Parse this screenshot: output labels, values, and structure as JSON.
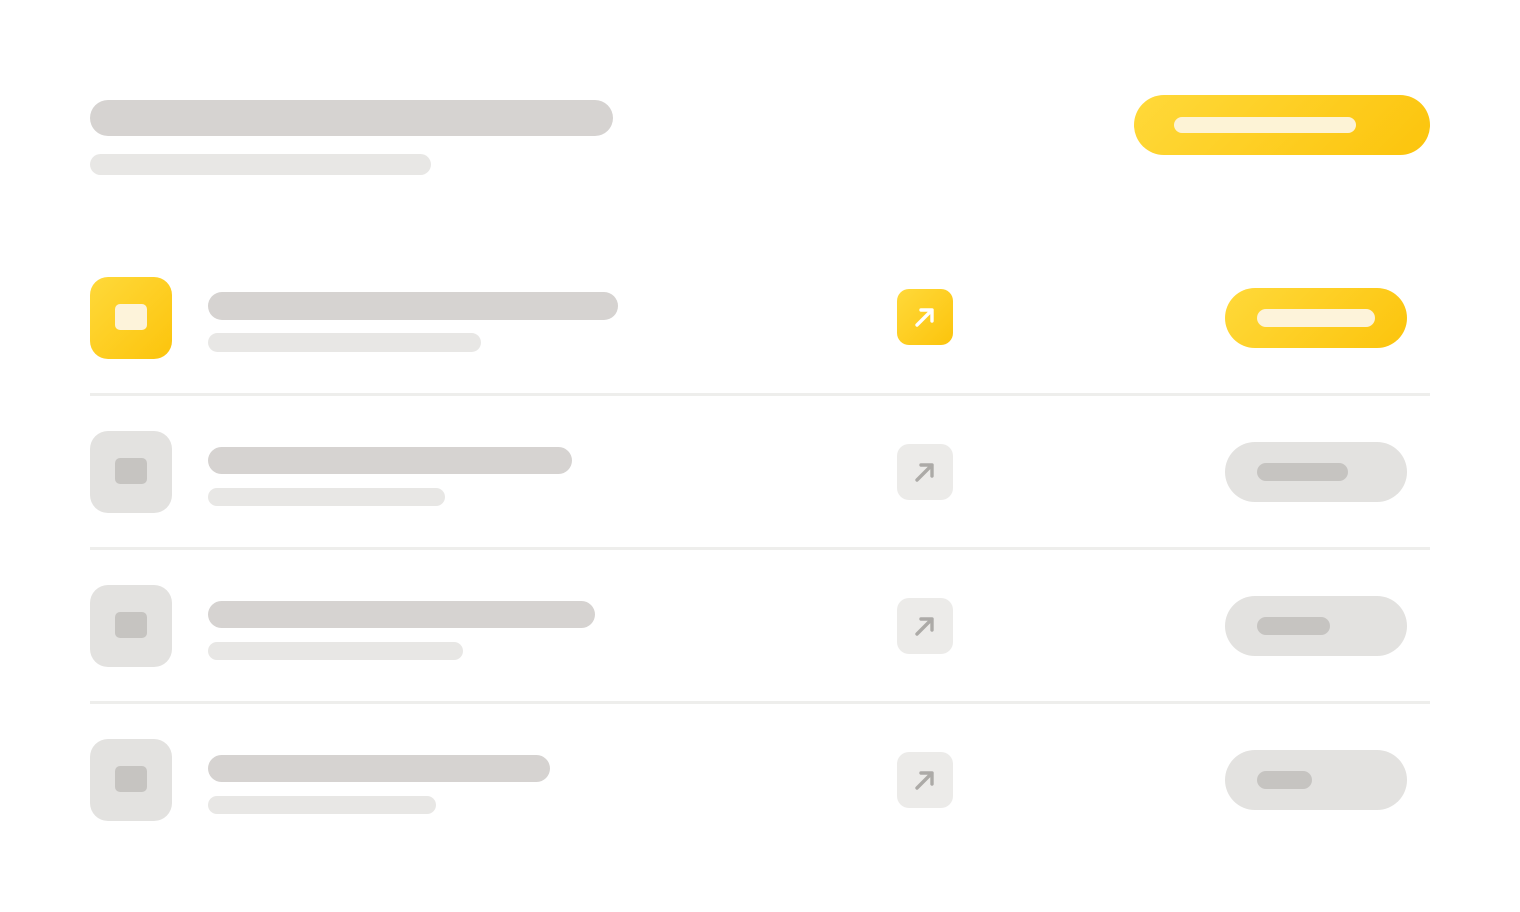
{
  "colors": {
    "accent_yellow_start": "#ffd93a",
    "accent_yellow_end": "#fcc40c",
    "skeleton_title": "#d6d3d1",
    "skeleton_subtitle": "#e8e7e5",
    "inactive_box": "#e3e2e0",
    "inactive_arrow_box": "#ecebe9",
    "inactive_inner": "#c6c4c1",
    "divider": "#eeeeec"
  },
  "header": {
    "title": "",
    "subtitle": "",
    "primary_action_label": ""
  },
  "rows": [
    {
      "state": "active",
      "title": "",
      "subtitle": "",
      "open_icon": "arrow-up-right-icon",
      "action_label": ""
    },
    {
      "state": "inactive",
      "title": "",
      "subtitle": "",
      "open_icon": "arrow-up-right-icon",
      "action_label": ""
    },
    {
      "state": "inactive",
      "title": "",
      "subtitle": "",
      "open_icon": "arrow-up-right-icon",
      "action_label": ""
    },
    {
      "state": "inactive",
      "title": "",
      "subtitle": "",
      "open_icon": "arrow-up-right-icon",
      "action_label": ""
    }
  ]
}
